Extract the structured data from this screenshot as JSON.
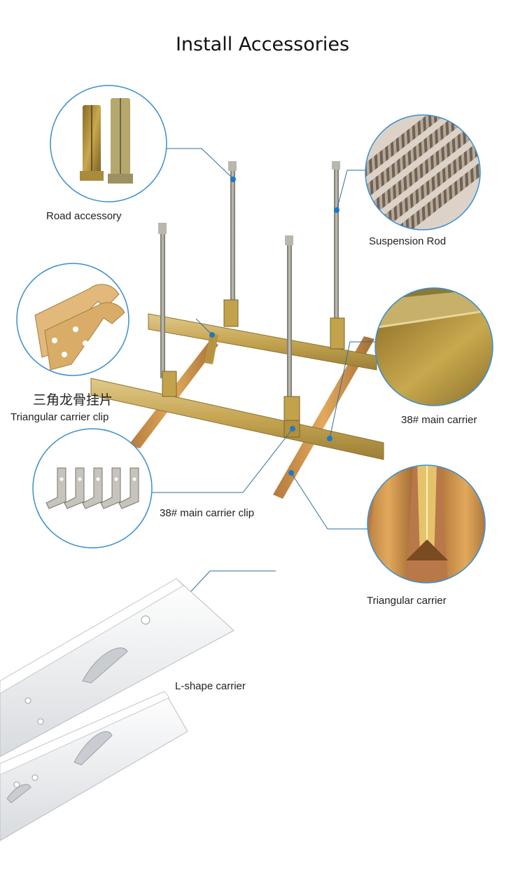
{
  "title": "Install Accessories",
  "labels": {
    "road_accessory": "Road accessory",
    "suspension_rod": "Suspension Rod",
    "triangular_clip_cn": "三角龙骨挂片",
    "triangular_clip": "Triangular carrier  clip",
    "main_carrier": "38# main carrier",
    "main_carrier_clip": "38# main carrier clip",
    "triangular_carrier": "Triangular carrier",
    "l_shape_carrier": "L-shape carrier"
  },
  "colors": {
    "callout_line": "#2f6f9a",
    "callout_dot": "#1e78c8",
    "circle_border": "#3a8fd0",
    "brass": "#c9a24a",
    "gold_rail": "#cfb05a",
    "rod_steel": "#8a8a80",
    "white_carrier": "#eef0f2"
  }
}
